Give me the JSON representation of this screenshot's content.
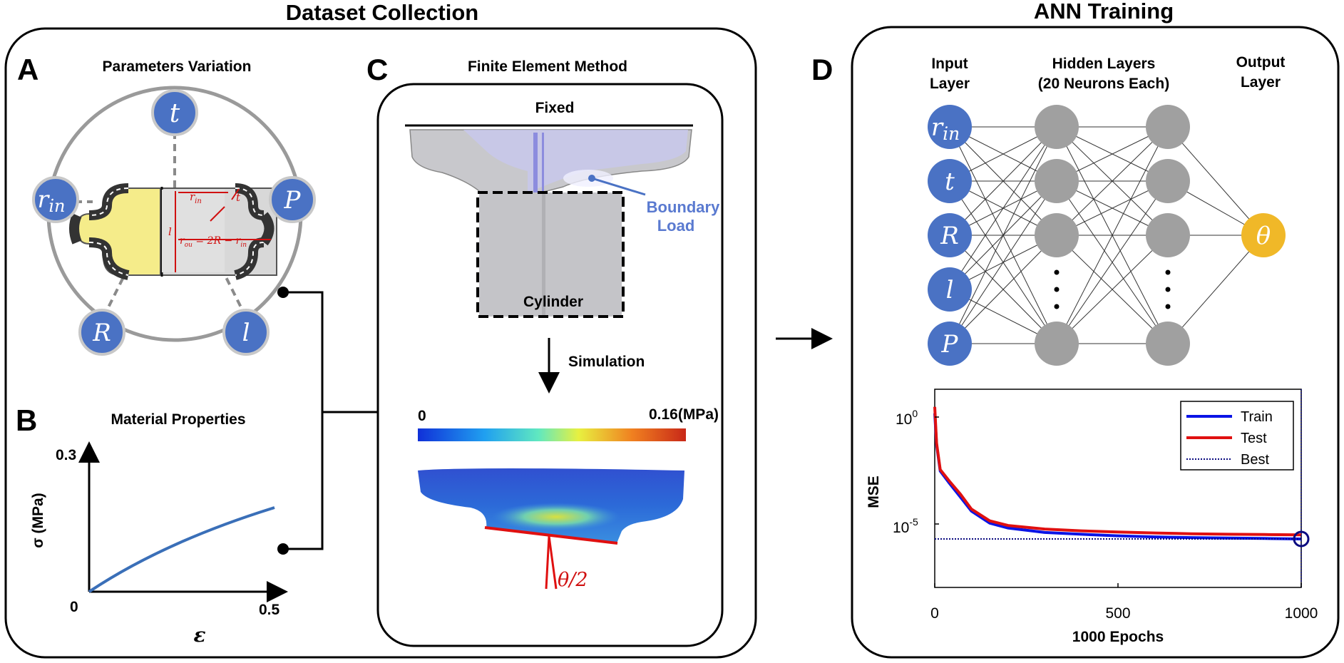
{
  "titles": {
    "dataset_collection": "Dataset Collection",
    "ann_training": "ANN Training"
  },
  "panel_a": {
    "label": "A",
    "title": "Parameters Variation",
    "params": {
      "t": "t",
      "r_in": "r",
      "r_in_sub": "in",
      "P": "P",
      "R": "R",
      "l": "l"
    },
    "dims": {
      "r_in": "r",
      "r_in_sub": "in",
      "t": "t",
      "l": "l",
      "r_ou": "r",
      "r_ou_sub": "ou",
      "r_ou_eq": " = 2R − r",
      "r_ou_eq_sub": "in"
    }
  },
  "panel_b": {
    "label": "B",
    "title": "Material Properties",
    "y_label": "σ (MPa)",
    "x_label": "ε",
    "y_max_tick": "0.3",
    "x_origin_tick": "0",
    "x_max_tick": "0.5"
  },
  "panel_c": {
    "label": "C",
    "title": "Finite Element Method",
    "fixed": "Fixed",
    "boundary_load_1": "Boundary",
    "boundary_load_2": "Load",
    "cylinder": "Cylinder",
    "simulation": "Simulation",
    "colorbar_min": "0",
    "colorbar_max": "0.16(MPa)",
    "angle": "θ/2"
  },
  "panel_d": {
    "label": "D",
    "input_layer_1": "Input",
    "input_layer_2": "Layer",
    "hidden_layers_1": "Hidden Layers",
    "hidden_layers_2": "(20 Neurons Each)",
    "output_layer_1": "Output",
    "output_layer_2": "Layer",
    "inputs": [
      "r",
      "t",
      "R",
      "l",
      "P"
    ],
    "input_r_sub": "in",
    "output": "θ",
    "colors": {
      "input": "#4a72c4",
      "hidden": "#a0a0a0",
      "output": "#f0b828"
    }
  },
  "chart_data": {
    "type": "line",
    "title": "",
    "xlabel": "1000 Epochs",
    "ylabel": "MSE",
    "xlim": [
      0,
      1000
    ],
    "y_scale": "log",
    "x_ticks": [
      "0",
      "500",
      "1000"
    ],
    "y_tick_labels": {
      "1e0": "10",
      "1e0_exp": "0",
      "1e-5": "10",
      "1e-5_exp": "-5"
    },
    "legend_position": "top-right",
    "series": [
      {
        "name": "Train",
        "color": "#0a14e6",
        "x": [
          0,
          5,
          15,
          40,
          70,
          100,
          150,
          200,
          300,
          400,
          500,
          600,
          700,
          800,
          900,
          1000
        ],
        "y": [
          1.5,
          0.05,
          0.003,
          0.0008,
          0.00018,
          4e-05,
          1.1e-05,
          6.5e-06,
          4e-06,
          3.3e-06,
          2.8e-06,
          2.5e-06,
          2.3e-06,
          2.2e-06,
          2.1e-06,
          2e-06
        ]
      },
      {
        "name": "Test",
        "color": "#e01010",
        "x": [
          0,
          5,
          15,
          40,
          70,
          100,
          150,
          200,
          300,
          400,
          500,
          600,
          700,
          800,
          900,
          1000
        ],
        "y": [
          3.0,
          0.06,
          0.0035,
          0.001,
          0.00025,
          5e-05,
          1.4e-05,
          8.5e-06,
          5.8e-06,
          4.8e-06,
          4.2e-06,
          3.8e-06,
          3.5e-06,
          3.3e-06,
          3.2e-06,
          3.1e-06
        ]
      },
      {
        "name": "Best",
        "color": "#0a0a80",
        "style": "dotted",
        "x": [
          0,
          1000
        ],
        "y": [
          2e-06,
          2e-06
        ]
      }
    ],
    "best_marker": {
      "x": 1000,
      "y": 2e-06
    }
  }
}
